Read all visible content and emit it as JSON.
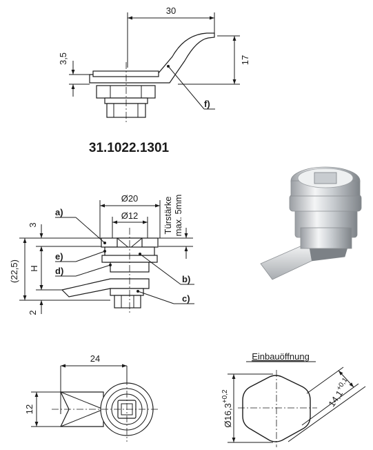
{
  "part_number": "31.1022.1301",
  "top_view": {
    "dim_width": "30",
    "dim_thickness": "3,5",
    "dim_height": "17",
    "callout_f": "f)"
  },
  "section_view": {
    "dim_outer_dia": "Ø20",
    "dim_inner_dia": "Ø12",
    "dim_top": "3",
    "dim_overall": "(22,5)",
    "dim_h": "H",
    "dim_bottom": "2",
    "door_label_1": "Türstärke",
    "door_label_2": "max. 5mm",
    "callouts": [
      "a)",
      "e)",
      "d)",
      "b)",
      "c)"
    ]
  },
  "front_view": {
    "dim_width": "24",
    "dim_height": "12"
  },
  "cutout": {
    "title": "Einbauöffnung",
    "dim_dia": "Ø16,3",
    "dim_dia_tol": "+0,2",
    "dim_flat": "14,1",
    "dim_flat_tol": "+0,1"
  },
  "colors": {
    "line": "#1a1a1a",
    "background": "#ffffff"
  }
}
